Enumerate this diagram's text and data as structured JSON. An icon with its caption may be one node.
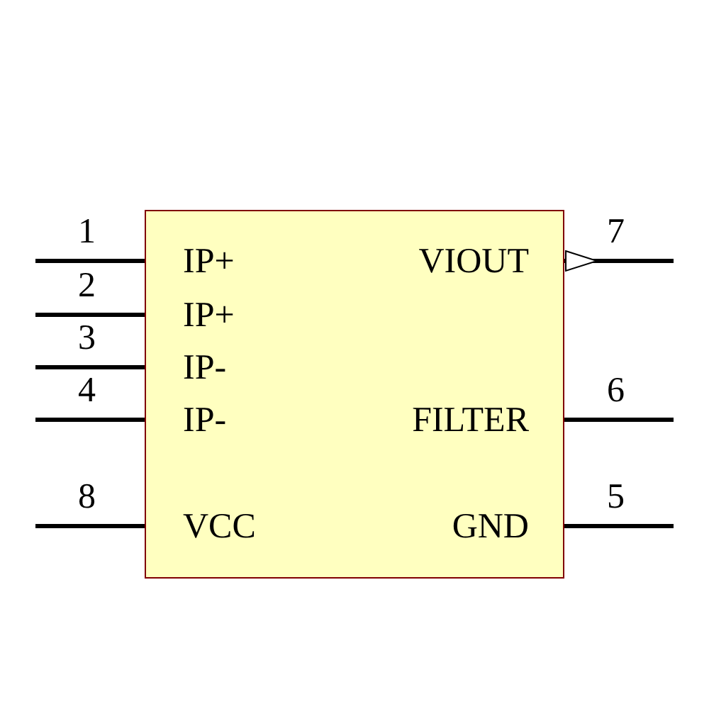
{
  "diagram": {
    "nodes": [
      {
        "text": [
          "IP+",
          "IP+",
          "IP-",
          "IP-",
          "VCC",
          "VIOUT",
          "FILTER",
          "GND"
        ]
      }
    ],
    "labels": [
      "1",
      "7",
      "2",
      "3",
      "4",
      "6",
      "8",
      "5"
    ]
  }
}
